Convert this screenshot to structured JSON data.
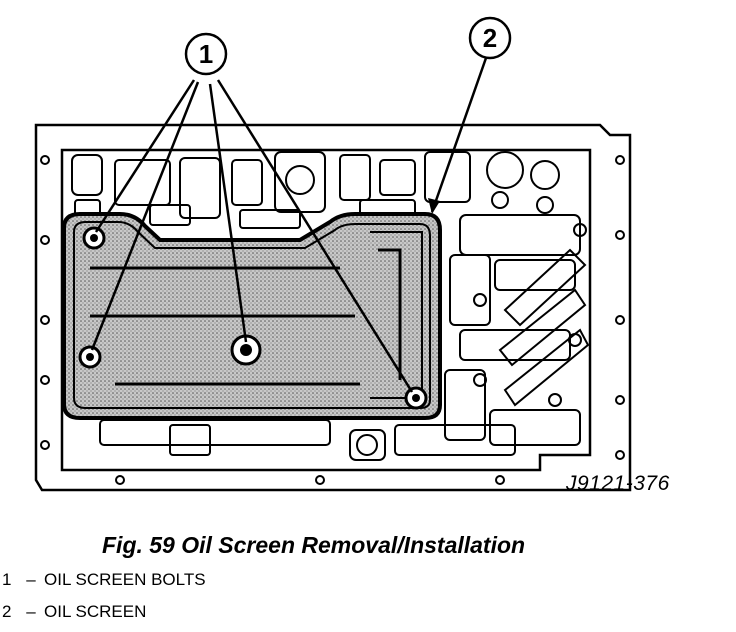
{
  "callouts": [
    {
      "number": "1"
    },
    {
      "number": "2"
    }
  ],
  "figure_code": "J9121-376",
  "caption": "Fig. 59 Oil Screen Removal/Installation",
  "legend": [
    {
      "number": "1",
      "separator": "–",
      "label": "OIL SCREEN BOLTS"
    },
    {
      "number": "2",
      "separator": "–",
      "label": "OIL SCREEN"
    }
  ]
}
